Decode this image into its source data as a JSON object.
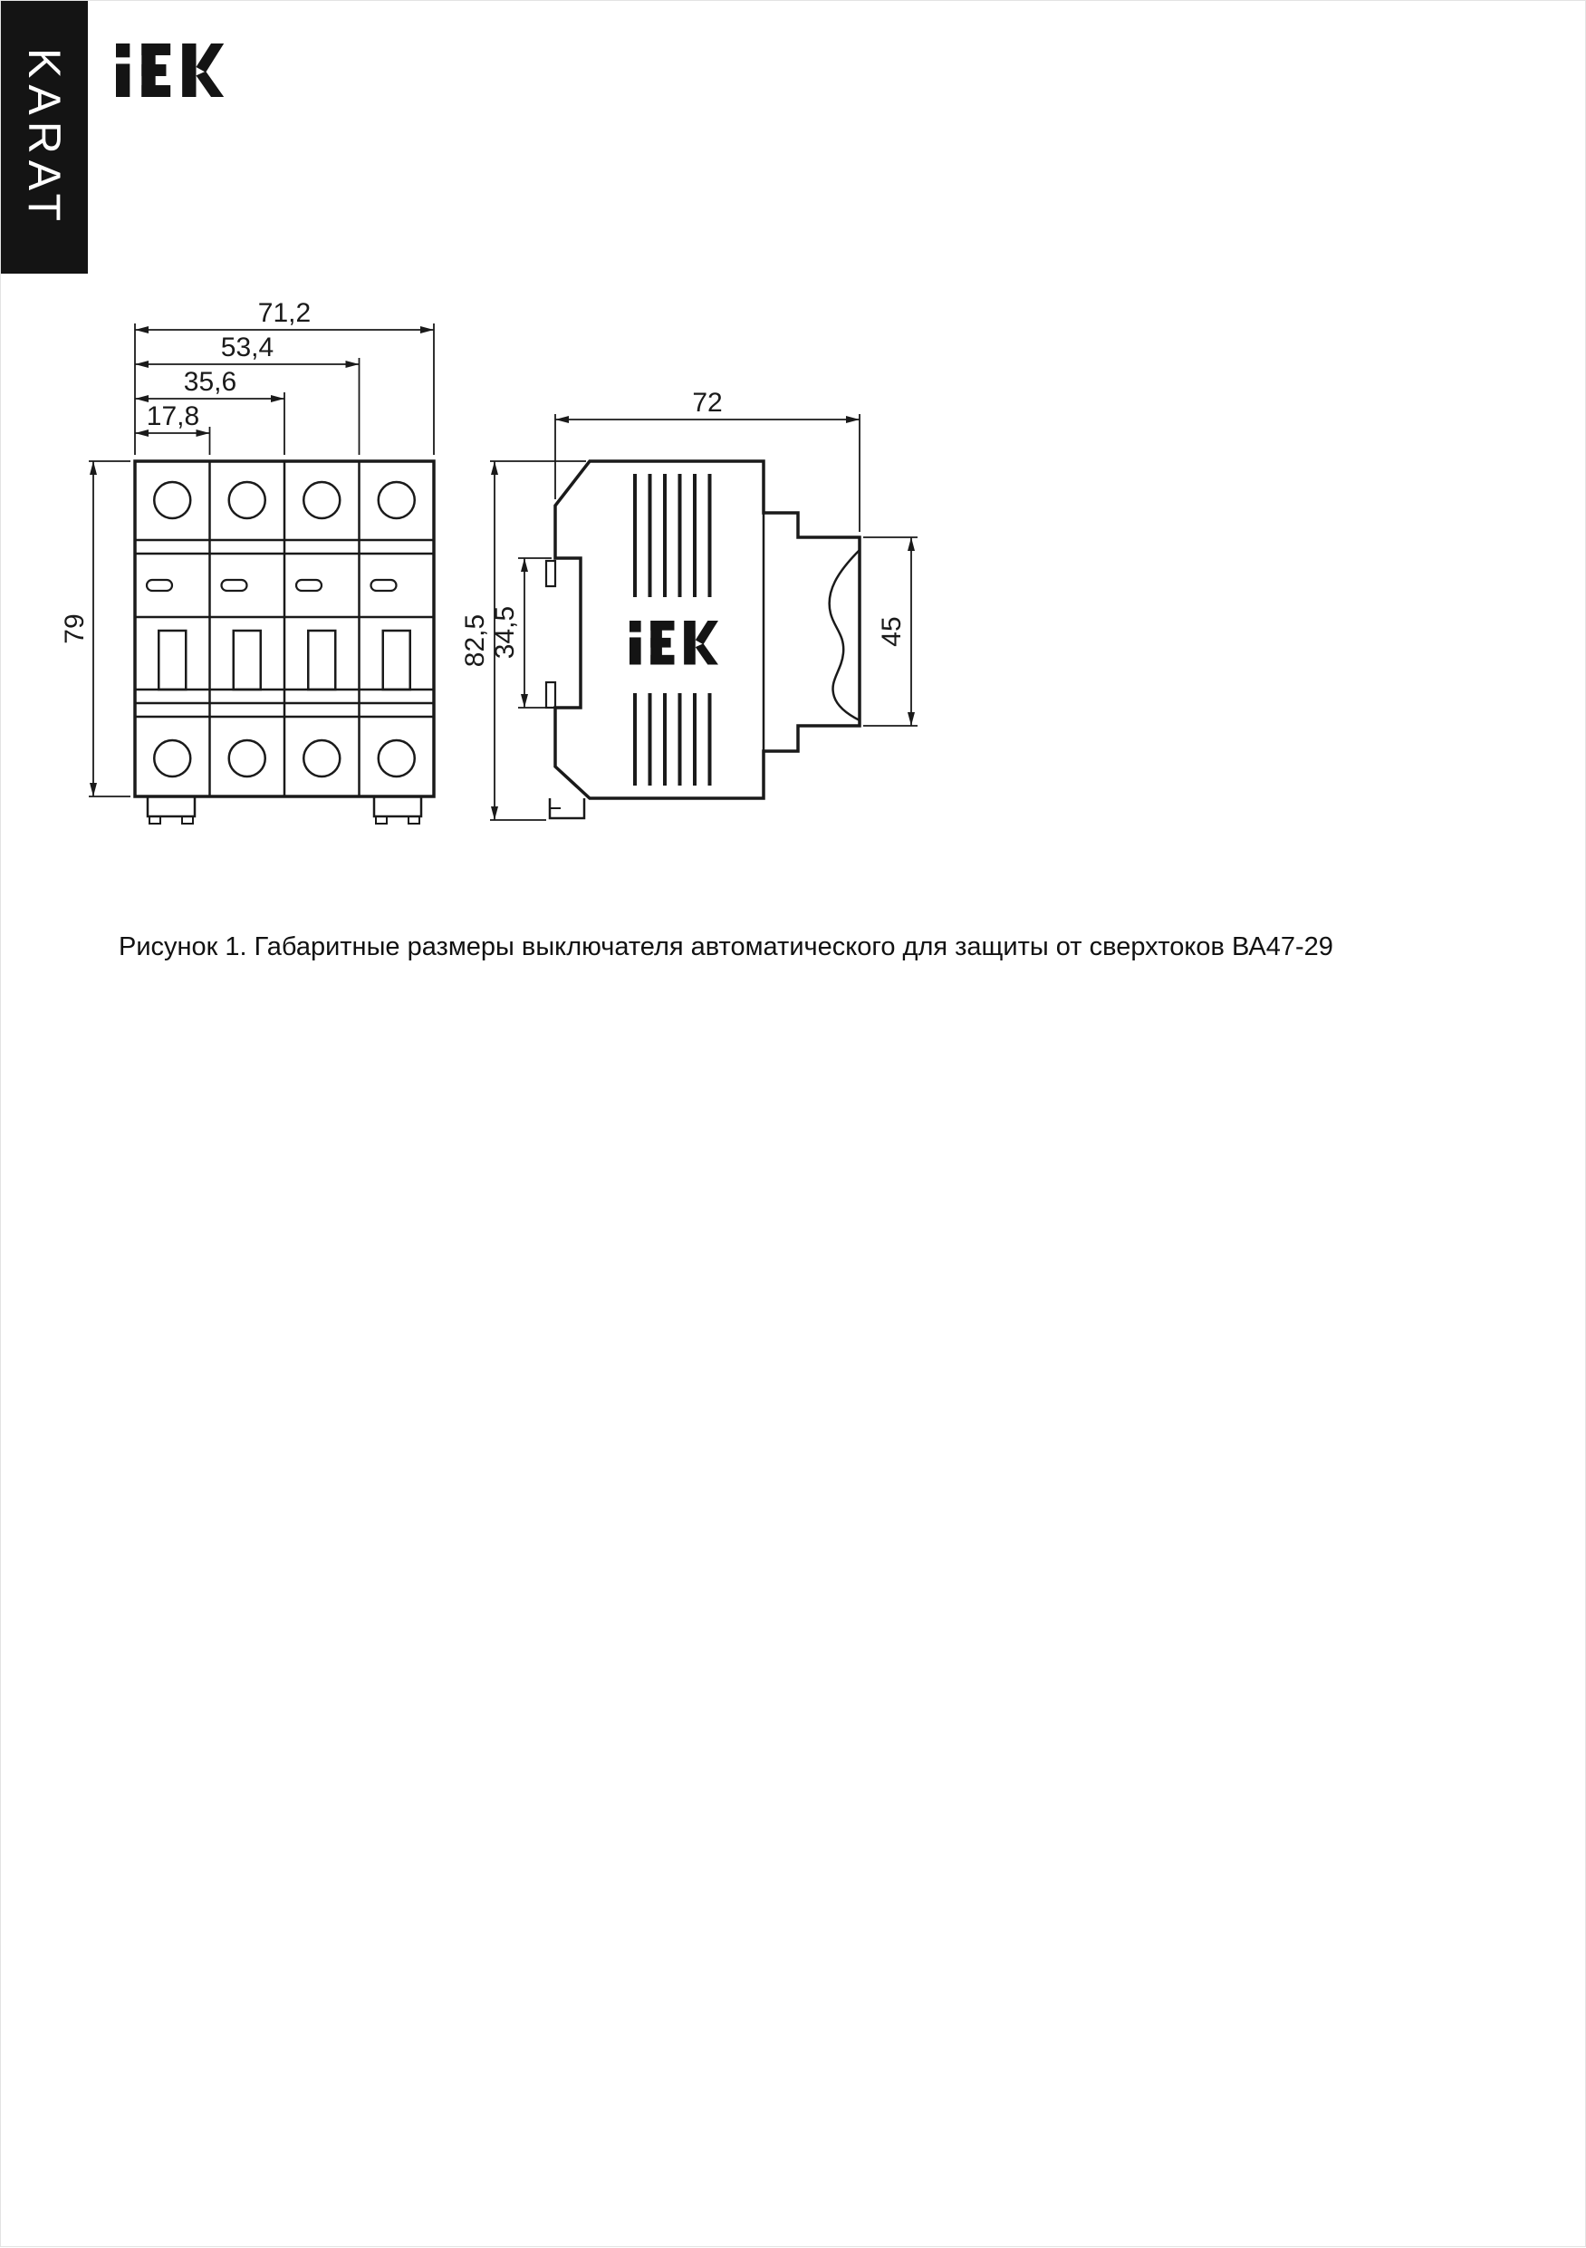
{
  "brand": {
    "karat_label": "KARAT",
    "logo_text": "IEK"
  },
  "colors": {
    "ink": "#1a1a1a",
    "banner_bg": "#141414",
    "banner_text": "#ffffff",
    "paper": "#ffffff"
  },
  "figure": {
    "front_view": {
      "dims": {
        "width_total": "71,2",
        "width_three_modules": "53,4",
        "width_two_modules": "35,6",
        "width_one_module": "17,8",
        "height": "79"
      }
    },
    "side_view": {
      "logo_text": "IEK",
      "dims": {
        "depth": "72",
        "height_total": "82,5",
        "rail_recess_height": "34,5",
        "front_face_height": "45"
      }
    },
    "caption": "Рисунок 1. Габаритные размеры выключателя автоматического для защиты от сверхтоков ВА47-29"
  }
}
